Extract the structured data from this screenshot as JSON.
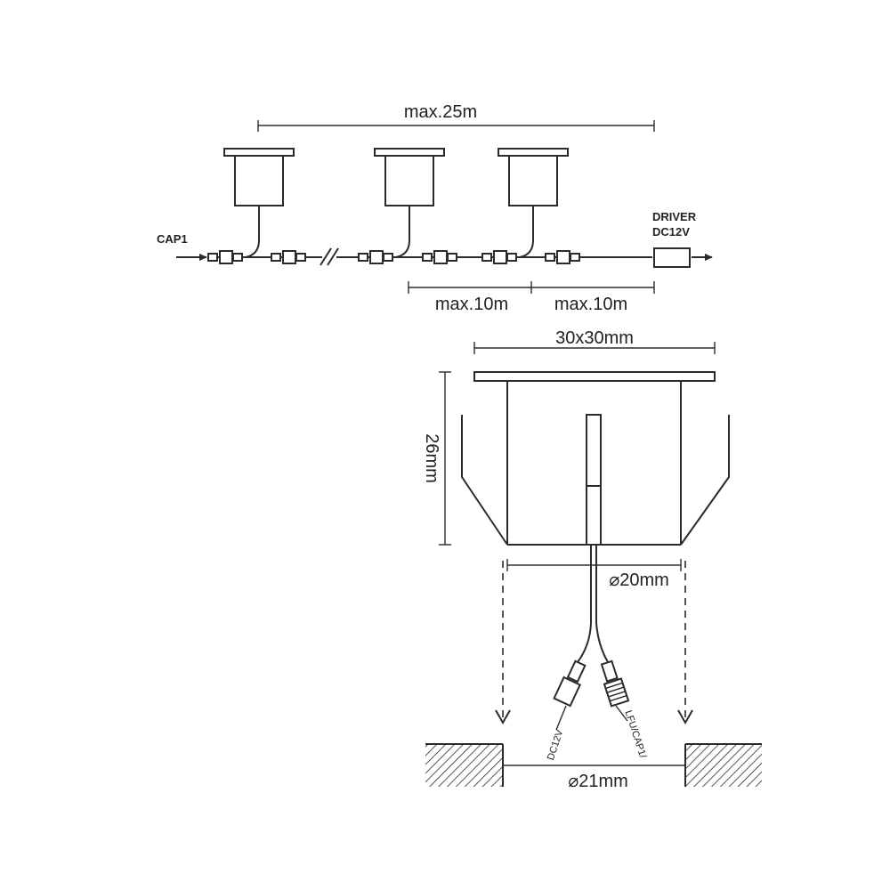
{
  "wiring": {
    "total_length": "max.25m",
    "segment_length_1": "max.10m",
    "segment_length_2": "max.10m",
    "input_label": "CAP1",
    "driver_label_line1": "DRIVER",
    "driver_label_line2": "DC12V"
  },
  "lamp": {
    "width": "30x30mm",
    "height": "26mm",
    "body_diameter": "⌀20mm",
    "hole_diameter": "⌀21mm",
    "connector_left_label": "DC12V",
    "connector_right_label": "LFU/CAP1/"
  }
}
